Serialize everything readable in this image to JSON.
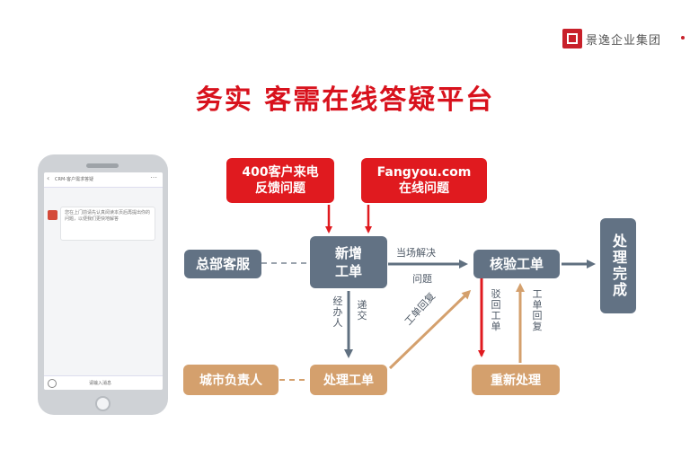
{
  "header": {
    "logo_text": "景逸企业集团",
    "title": "务实 客需在线答疑平台"
  },
  "phone": {
    "chat_title": "CRM-客户需求答疑",
    "chat_message": "您在上门前请先认真阅读本页后再提出你的问题，以便我们更快地解答",
    "input_label": "请输入消息"
  },
  "flow": {
    "source_phone": {
      "line1": "400客户来电",
      "line2": "反馈问题"
    },
    "source_online": {
      "line1": "Fangyou.com",
      "line2": "在线问题"
    },
    "hq_service": "总部客服",
    "new_ticket": {
      "line1": "新增",
      "line2": "工单"
    },
    "verify_ticket": "核验工单",
    "done": "处理完成",
    "city_owner": "城市负责人",
    "process_ticket": "处理工单",
    "reprocess": "重新处理",
    "label_direct": "当场解决",
    "label_question": "问题",
    "label_handler": "经办人",
    "label_transfer": "递交",
    "label_ticket_reply_diag": "工单回复",
    "label_reject": "驳回工单",
    "label_ticket_reply": "工单回复"
  },
  "colors": {
    "accent_red": "#e01a1f",
    "title_red": "#d8121d",
    "node_blue": "#627284",
    "node_tan": "#d4a06d",
    "arrow_gray": "#607080"
  }
}
